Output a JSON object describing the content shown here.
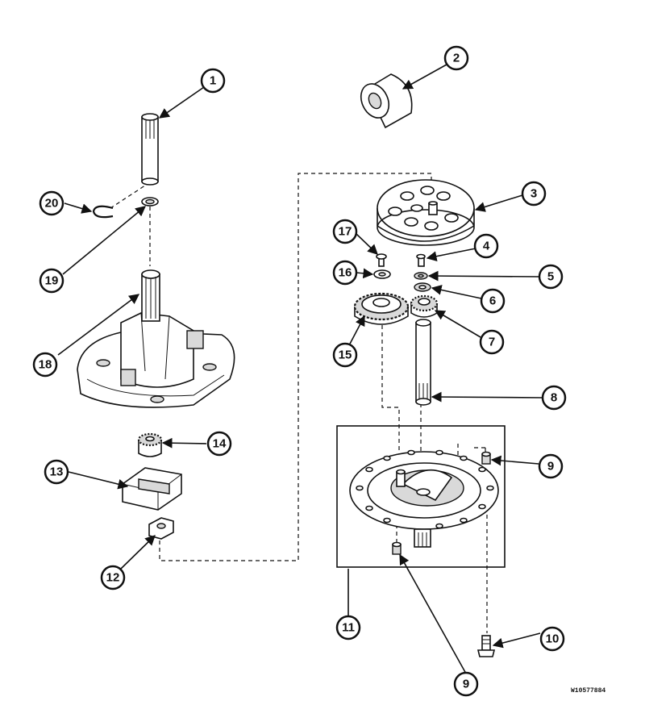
{
  "drawing_code": "W10577884",
  "callouts": [
    "1",
    "2",
    "3",
    "4",
    "5",
    "6",
    "7",
    "8",
    "9",
    "9",
    "10",
    "11",
    "12",
    "13",
    "14",
    "15",
    "16",
    "17",
    "18",
    "19",
    "20"
  ],
  "colors": {
    "ink": "#111111",
    "paper": "#ffffff",
    "shade": "#d9d9d9"
  }
}
